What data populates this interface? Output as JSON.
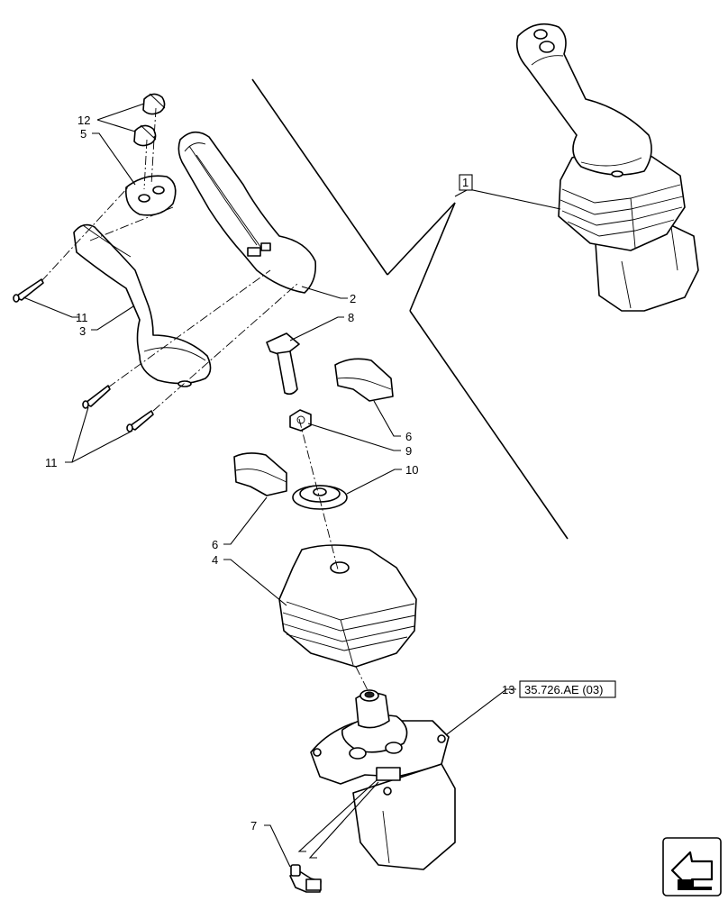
{
  "callouts": {
    "c1": "1",
    "c2": "2",
    "c3": "3",
    "c4": "4",
    "c5": "5",
    "c6a": "6",
    "c6b": "6",
    "c7": "7",
    "c8": "8",
    "c9": "9",
    "c10": "10",
    "c11a": "11",
    "c11b": "11",
    "c12": "12",
    "c13": "13"
  },
  "reference": "35.726.AE (03)",
  "icons": {
    "assembly": "joystick-assembly-icon",
    "nav": "navigation-arrow-icon"
  }
}
